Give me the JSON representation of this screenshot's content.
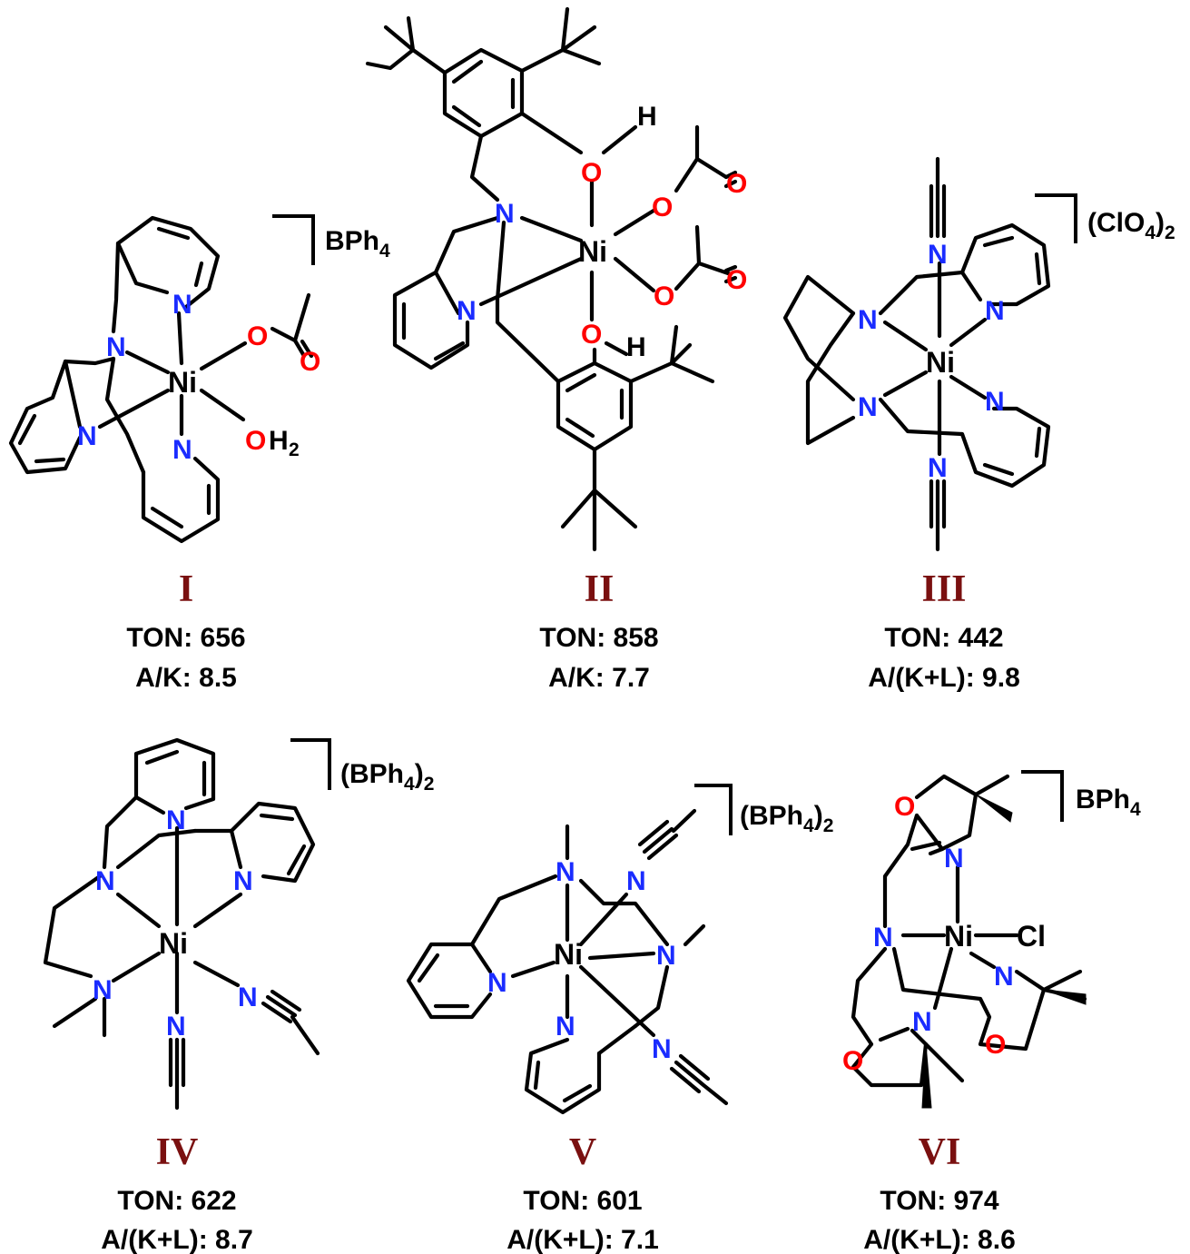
{
  "colors": {
    "bond": "#000000",
    "nitrogen": "#1a2cff",
    "oxygen": "#ff0000",
    "metal": "#000000",
    "label": "#7a1010"
  },
  "compounds": [
    {
      "label": "I",
      "counterion": "BPh",
      "counter_sub": "4",
      "counter_sub2": "",
      "ton": "TON: 656",
      "ratio": "A/K: 8.5"
    },
    {
      "label": "II",
      "counterion": "",
      "counter_sub": "",
      "counter_sub2": "",
      "ton": "TON: 858",
      "ratio": "A/K: 7.7"
    },
    {
      "label": "III",
      "counterion": "(ClO",
      "counter_sub": "4",
      "counter_sub2": "2",
      "ton": "TON: 442",
      "ratio": "A/(K+L): 9.8"
    },
    {
      "label": "IV",
      "counterion": "(BPh",
      "counter_sub": "4",
      "counter_sub2": "2",
      "ton": "TON: 622",
      "ratio": "A/(K+L): 8.7"
    },
    {
      "label": "V",
      "counterion": "(BPh",
      "counter_sub": "4",
      "counter_sub2": "2",
      "ton": "TON: 601",
      "ratio": "A/(K+L): 7.1"
    },
    {
      "label": "VI",
      "counterion": "BPh",
      "counter_sub": "4",
      "counter_sub2": "",
      "ton": "TON: 974",
      "ratio": "A/(K+L): 8.6"
    }
  ],
  "atoms": {
    "ni": "Ni",
    "n": "N",
    "o": "O",
    "h": "H",
    "cl": "Cl",
    "h2_sub": "2"
  }
}
